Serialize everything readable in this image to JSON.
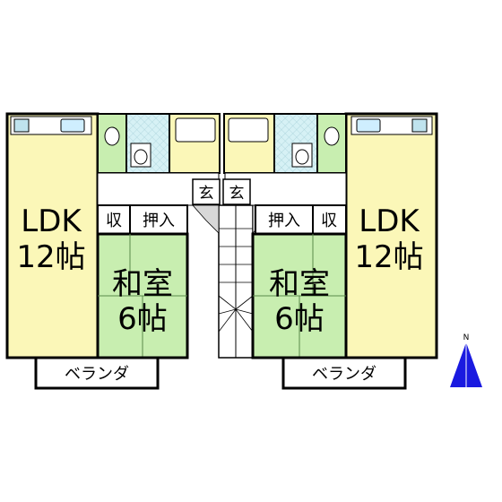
{
  "rooms": {
    "ldk_left": {
      "name": "LDK",
      "size": "12帖"
    },
    "ldk_right": {
      "name": "LDK",
      "size": "12帖"
    },
    "washitsu_left": {
      "name": "和室",
      "size": "6帖"
    },
    "washitsu_right": {
      "name": "和室",
      "size": "6帖"
    },
    "storage_left": "収",
    "storage_right": "収",
    "closet_left": "押入",
    "closet_right": "押入",
    "entrance_left": "玄",
    "entrance_right": "玄",
    "veranda_left": "ベランダ",
    "veranda_right": "ベランダ"
  },
  "compass": {
    "label": "N",
    "icon": "north-arrow-icon"
  },
  "colors": {
    "ldk": "#fbf7b8",
    "washitsu": "#c8eeb0",
    "wet_area": "#cdeef3",
    "wall": "#000000",
    "compass": "#1a1ae0"
  }
}
